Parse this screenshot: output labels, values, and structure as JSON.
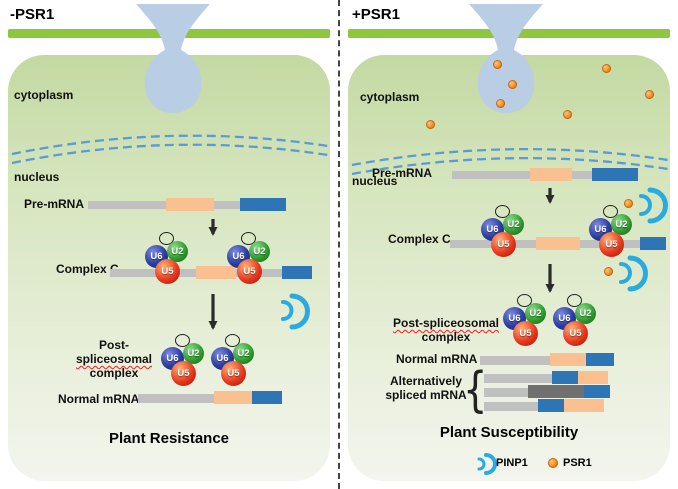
{
  "complex": {
    "u6": "U6",
    "u2": "U2",
    "u5": "U5"
  },
  "left": {
    "title": "-PSR1",
    "cytoplasm_label": "cytoplasm",
    "nucleus_label": "nucleus",
    "pre_mrna_label": "Pre-mRNA",
    "complex_c_label": "Complex C",
    "post_label_parts": [
      "Post-",
      "spliceosomal",
      "complex"
    ],
    "normal_mrna_label": "Normal mRNA",
    "footer": "Plant Resistance"
  },
  "right": {
    "title": "+PSR1",
    "cytoplasm_label": "cytoplasm",
    "nucleus_label": "nucleus",
    "pre_mrna_label": "Pre-mRNA",
    "complex_c_label": "Complex C",
    "post_label_parts": [
      "Post-spliceosomal",
      "complex"
    ],
    "normal_mrna_label": "Normal mRNA",
    "alt_label_parts": [
      "Alternatively",
      "spliced mRNA"
    ],
    "footer": "Plant Susceptibility"
  },
  "legend": {
    "pinp1": "PINP1",
    "psr1": "PSR1"
  },
  "colors": {
    "membrane_green": "#8dc63f",
    "cell_green_top": "#c3d9a2",
    "cell_green_bottom": "#f3f5ee",
    "haustorium_blue": "#b9cde5",
    "nuclear_envelope_blue": "#5b9bd5",
    "mrna_gray": "#c0c0c0",
    "intron_orange": "#fac090",
    "exon_blue": "#2e75b6",
    "retained_intron_dark": "#707070",
    "u6_blue": "#2b3c9e",
    "u2_green": "#2f9e2f",
    "u5_red": "#e8391f",
    "pinp1_blue": "#29abe2",
    "psr1_orange": "#f08a1e"
  }
}
